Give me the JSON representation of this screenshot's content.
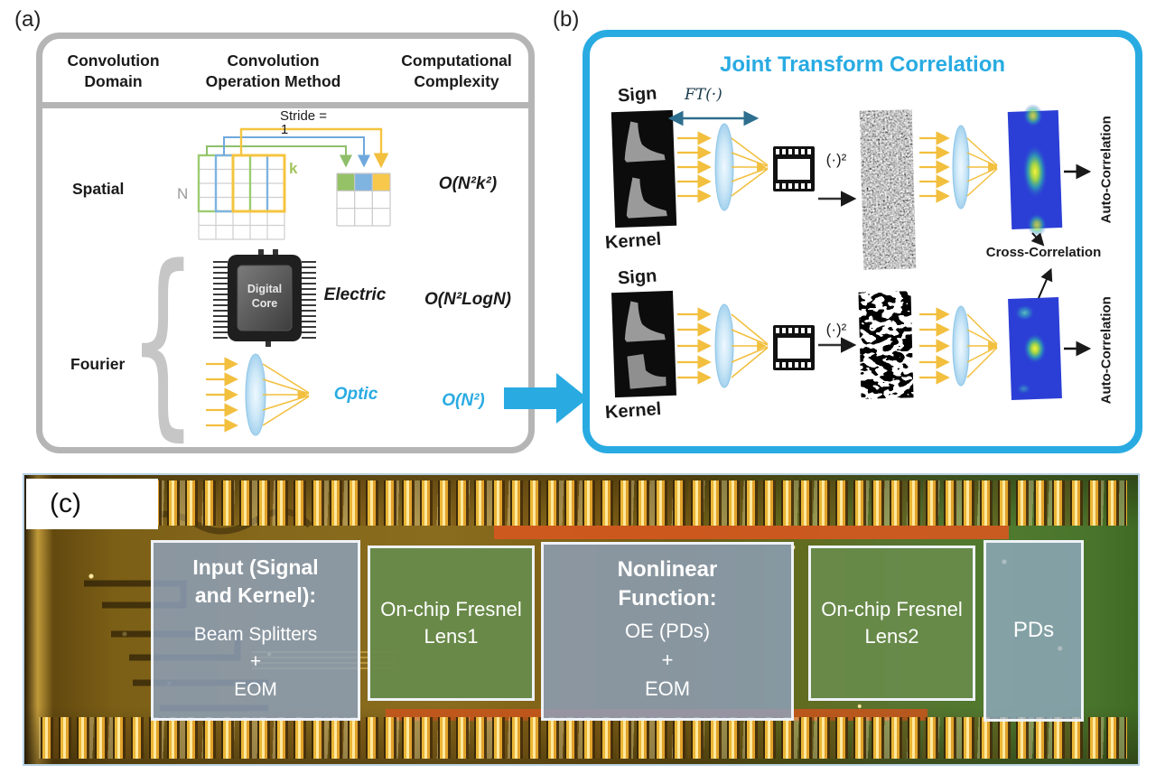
{
  "panels": {
    "a": {
      "label": "(a)",
      "headers": [
        "Convolution\nDomain",
        "Convolution\nOperation Method",
        "Computational\nComplexity"
      ],
      "spatial": {
        "domain": "Spatial",
        "stride_label": "Stride =",
        "stride_value": "1",
        "input_size_label": "N",
        "kernel_size_label": "k",
        "complexity": "O(N²k²)"
      },
      "fourier": {
        "domain": "Fourier",
        "brace_glyph": "{",
        "electric": {
          "chip_label": "Digital\nCore",
          "method": "Electric",
          "complexity": "O(N²LogN)"
        },
        "optic": {
          "method": "Optic",
          "complexity": "O(N²)"
        }
      }
    },
    "b": {
      "label": "(b)",
      "title": "Joint Transform Correlation",
      "ft_label": "FT(·)",
      "square_label": "(·)²",
      "sign_label": "Sign",
      "kernel_label": "Kernel",
      "auto_correlation_label": "Auto-Correlation",
      "cross_correlation_label": "Cross-Correlation"
    },
    "c": {
      "label": "(c)",
      "regions": [
        {
          "title": "Input (Signal\nand Kernel):",
          "body": "Beam Splitters\n+\nEOM"
        },
        {
          "title": "On-chip Fresnel\nLens1"
        },
        {
          "title": "Nonlinear\nFunction:",
          "body": "OE (PDs)\n+\nEOM"
        },
        {
          "title": "On-chip Fresnel\nLens2"
        },
        {
          "title": "PDs"
        }
      ]
    }
  },
  "colors": {
    "accent_cyan": "#29abe2",
    "panel_gray": "#b5b5b5",
    "grid_green": "#96c267",
    "grid_blue": "#7fb3e0",
    "grid_yellow": "#f7c84b",
    "ray_yellow": "#f2bf3e",
    "map_blue": "#2b3fd6",
    "chip_gold": "#8a6c1e",
    "chip_green": "#4f7a2e",
    "overlay_green": "#688a4a"
  }
}
